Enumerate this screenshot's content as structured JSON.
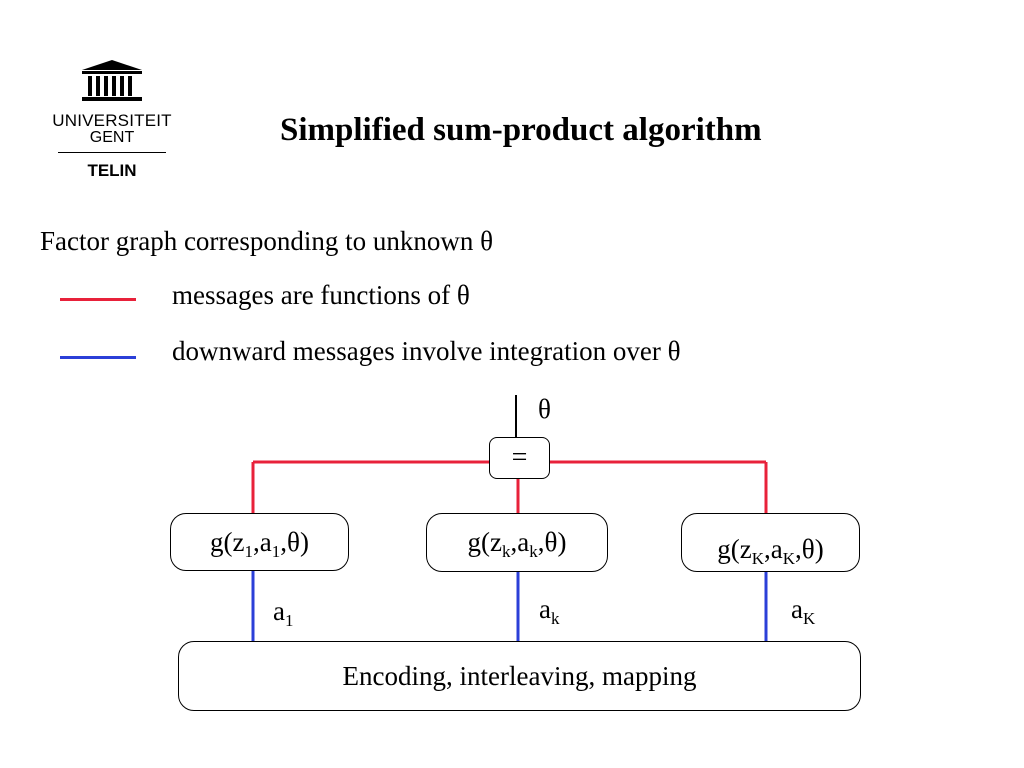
{
  "logo": {
    "line1": "UNIVERSITEIT",
    "line2": "GENT",
    "line3": "TELIN"
  },
  "slide": {
    "title": "Simplified sum-product algorithm",
    "intro": "Factor graph corresponding to unknown θ"
  },
  "legend": [
    {
      "text": "messages are functions of θ",
      "color": "#e8213a"
    },
    {
      "text": "downward messages involve integration over θ",
      "color": "#2b3fd8"
    }
  ],
  "diagram": {
    "variable": "θ",
    "equality_node": "=",
    "factors": [
      {
        "g": "g(z",
        "s1": "1",
        "m": ",a",
        "s2": "1",
        "e": ",θ)"
      },
      {
        "g": "g(z",
        "s1": "k",
        "m": ",a",
        "s2": "k",
        "e": ",θ)"
      },
      {
        "g": "g(z",
        "s1": "K",
        "m": ",a",
        "s2": "K",
        "e": ",θ)"
      }
    ],
    "edges": [
      {
        "a": "a",
        "sub": "1"
      },
      {
        "a": "a",
        "sub": "k"
      },
      {
        "a": "a",
        "sub": "K"
      }
    ],
    "bottom_box": "Encoding, interleaving, mapping",
    "colors": {
      "red": "#e8213a",
      "blue": "#2b3fd8",
      "black": "#000000"
    }
  }
}
